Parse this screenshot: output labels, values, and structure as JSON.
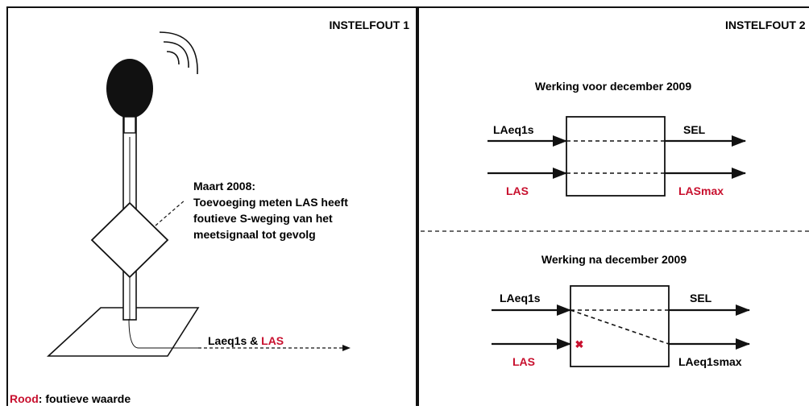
{
  "colors": {
    "error_red": "#c8102e",
    "ink": "#111111",
    "background": "#ffffff"
  },
  "panel1": {
    "title": "INSTELFOUT 1",
    "note_lines": [
      "Maart 2008:",
      "Toevoeging meten LAS heeft",
      "foutieve S-weging van het",
      "meetsignaal tot gevolg"
    ],
    "signal_label_black": "Laeq1s & ",
    "signal_label_red": "LAS",
    "legend_red_word": "Rood",
    "legend_rest": ": foutieve waarde",
    "icons": [
      "microphone-icon",
      "sound-waves-icon"
    ]
  },
  "panel2": {
    "title": "INSTELFOUT 2",
    "before": {
      "title": "Werking voor december 2009",
      "in_top": "LAeq1s",
      "in_bottom": "LAS",
      "out_top": "SEL",
      "out_bottom": "LASmax"
    },
    "after": {
      "title": "Werking na december 2009",
      "in_top": "LAeq1s",
      "in_bottom": "LAS",
      "out_top": "SEL",
      "out_bottom": "LAeq1smax",
      "blocked_mark": "✖"
    }
  }
}
